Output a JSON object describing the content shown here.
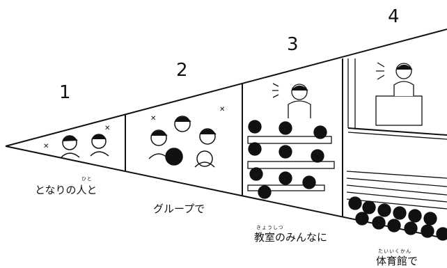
{
  "panels": [
    {
      "number": "1",
      "caption": "となりの人と",
      "ruby": "ひと"
    },
    {
      "number": "2",
      "caption": "グループで",
      "ruby": ""
    },
    {
      "number": "3",
      "caption": "教室のみんなに",
      "ruby": "きょうしつ"
    },
    {
      "number": "4",
      "caption": "体育館で",
      "ruby": "たいいくかん"
    }
  ]
}
